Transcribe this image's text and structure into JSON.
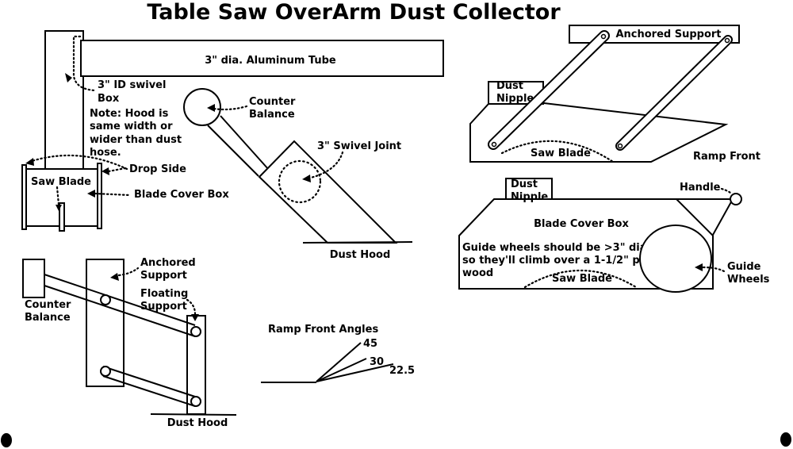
{
  "title": "Table Saw OverArm Dust Collector",
  "labels": {
    "aluminum_tube": "3\" dia. Aluminum Tube",
    "swivel_box_1": "3\" ID swivel",
    "swivel_box_2": "Box",
    "note_1": "Note: Hood is",
    "note_2": "same width or",
    "note_3": "wider than dust",
    "note_4": "hose.",
    "saw_blade_left": "Saw Blade",
    "drop_side": "Drop Side",
    "blade_cover_box_left": "Blade Cover Box",
    "counter_balance_top_1": "Counter",
    "counter_balance_top_2": "Balance",
    "swivel_joint": "3\" Swivel Joint",
    "dust_hood_mid": "Dust Hood",
    "anchored_support_top": "Anchored Support",
    "dust_nipple_top_1": "Dust",
    "dust_nipple_top_2": "Nipple",
    "saw_blade_top_right": "Saw Blade",
    "ramp_front": "Ramp Front",
    "dust_nipple_bottom_1": "Dust",
    "dust_nipple_bottom_2": "Nipple",
    "handle": "Handle",
    "blade_cover_box_right": "Blade Cover Box",
    "guide_note_1": "Guide wheels should be >3\" dia",
    "guide_note_2": "so they'll climb over a 1-1/2\" pl",
    "guide_note_3": "wood",
    "saw_blade_bottom_right": "Saw Blade",
    "guide_wheels_1": "Guide",
    "guide_wheels_2": "Wheels",
    "counter_balance_bl_1": "Counter",
    "counter_balance_bl_2": "Balance",
    "anchored_support_bl_1": "Anchored",
    "anchored_support_bl_2": "Support",
    "floating_support_1": "Floating",
    "floating_support_2": "Support",
    "dust_hood_bl": "Dust Hood",
    "ramp_angles_title": "Ramp Front Angles",
    "angle_45": "45",
    "angle_30": "30",
    "angle_22": "22.5"
  }
}
